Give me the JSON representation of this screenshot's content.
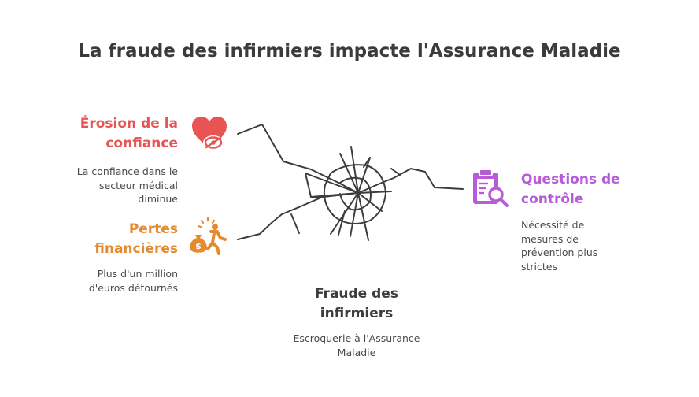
{
  "title": "La fraude des infirmiers impacte l'Assurance Maladie",
  "colors": {
    "red": "#e85454",
    "orange": "#e68a2e",
    "purple": "#b85ad9",
    "dark": "#3d3d3d"
  },
  "nodes": {
    "erosion": {
      "heading_line1": "Érosion de la",
      "heading_line2": "confiance",
      "desc_line1": "La confiance dans le",
      "desc_line2": "secteur médical",
      "desc_line3": "diminue",
      "icon": "broken-heart-icon"
    },
    "pertes": {
      "heading_line1": "Pertes",
      "heading_line2": "financières",
      "desc_line1": "Plus d'un million",
      "desc_line2": "d'euros détournés",
      "icon": "money-bag-runner-icon"
    },
    "questions": {
      "heading_line1": "Questions de",
      "heading_line2": "contrôle",
      "desc_line1": "Nécessité de",
      "desc_line2": "mesures de",
      "desc_line3": "prévention plus",
      "desc_line4": "strictes",
      "icon": "clipboard-search-icon"
    },
    "center": {
      "heading_line1": "Fraude des",
      "heading_line2": "infirmiers",
      "desc_line1": "Escroquerie à l'Assurance",
      "desc_line2": "Maladie",
      "icon": "shattered-glass-icon"
    }
  }
}
